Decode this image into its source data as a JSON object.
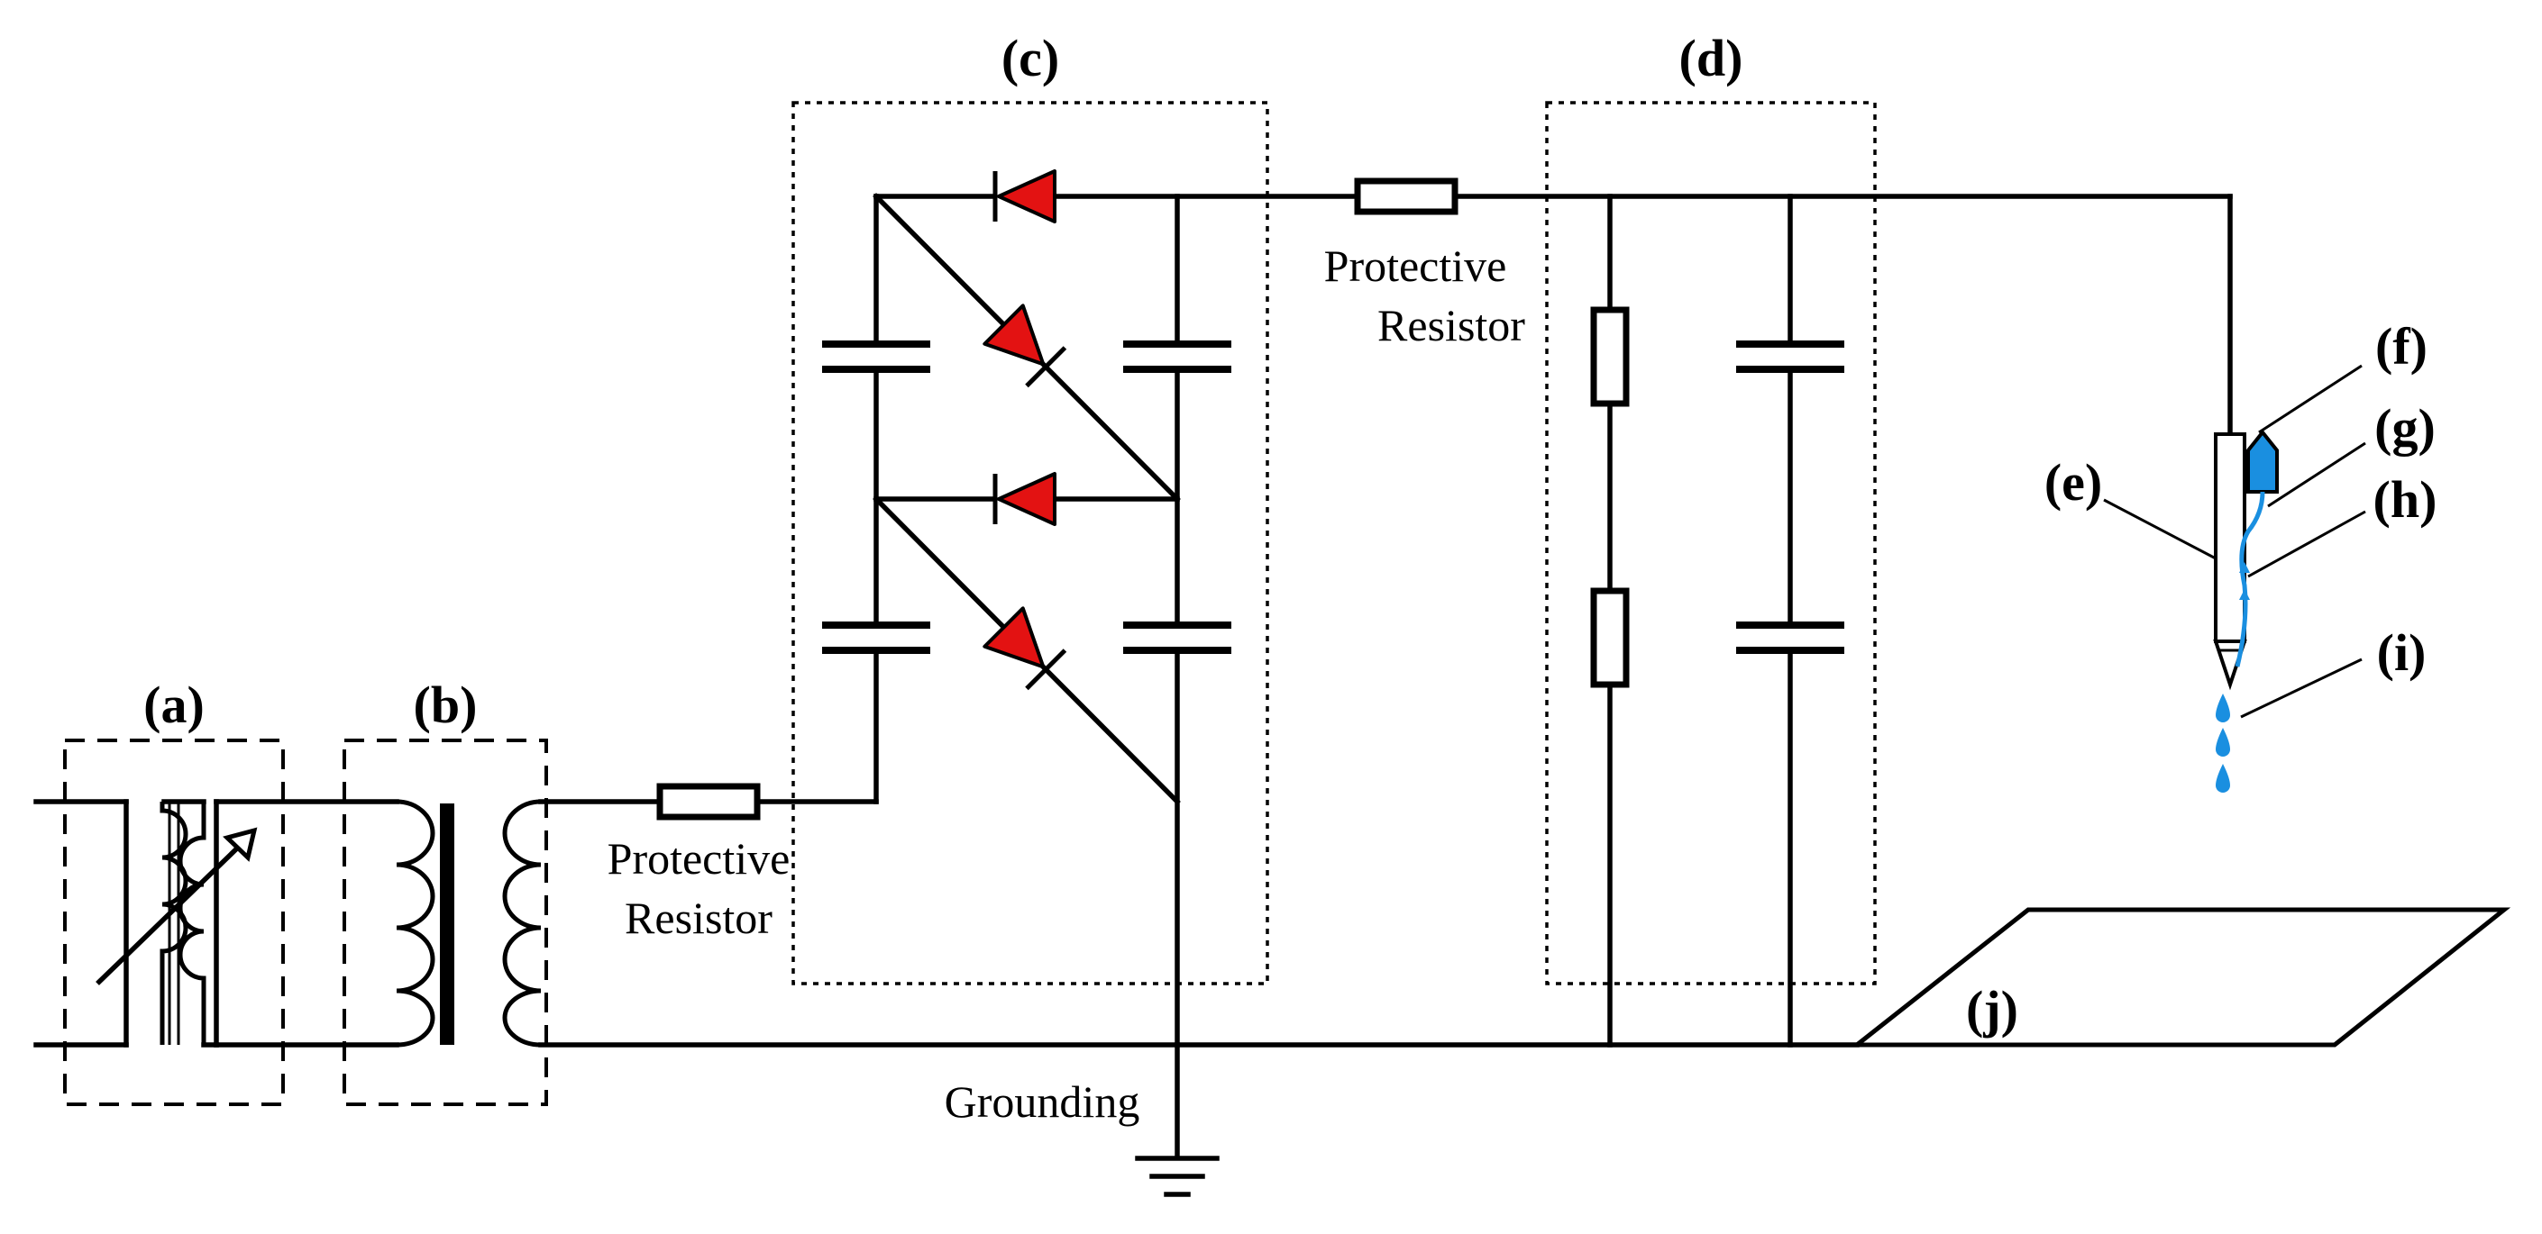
{
  "labels": {
    "a": "(a)",
    "b": "(b)",
    "c": "(c)",
    "d": "(d)",
    "e": "(e)",
    "f": "(f)",
    "g": "(g)",
    "h": "(h)",
    "i": "(i)",
    "j": "(j)"
  },
  "resistor_labels": {
    "left_line1": "Protective",
    "left_line2": "Resistor",
    "top_line1": "Protective",
    "top_line2": "Resistor"
  },
  "grounding": "Grounding",
  "colors": {
    "diode_fill": "#e31212",
    "liquid": "#1a8fe0",
    "line": "#000000"
  }
}
